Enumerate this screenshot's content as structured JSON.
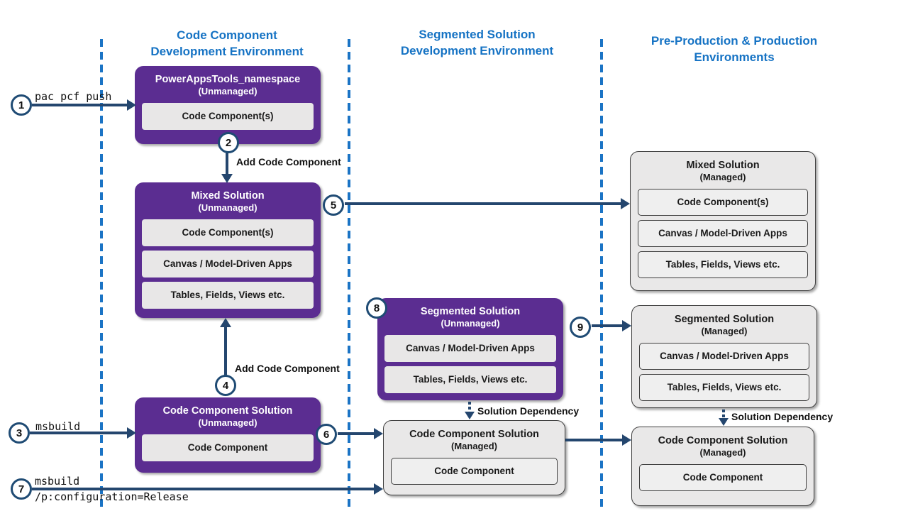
{
  "headers": [
    {
      "line1": "Code Component",
      "line2": "Development Environment"
    },
    {
      "line1": "Segmented Solution",
      "line2": "Development Environment"
    },
    {
      "line1": "Pre-Production & Production",
      "line2": "Environments"
    }
  ],
  "boxes": {
    "powerapps_tools": {
      "title": "PowerAppsTools_namespace",
      "subtitle": "(Unmanaged)",
      "items": [
        "Code Component(s)"
      ]
    },
    "mixed_unmanaged": {
      "title": "Mixed Solution",
      "subtitle": "(Unmanaged)",
      "items": [
        "Code Component(s)",
        "Canvas / Model-Driven Apps",
        "Tables, Fields, Views etc."
      ]
    },
    "code_component_unmanaged": {
      "title": "Code Component Solution",
      "subtitle": "(Unmanaged)",
      "items": [
        "Code Component"
      ]
    },
    "segmented_unmanaged": {
      "title": "Segmented Solution",
      "subtitle": "(Unmanaged)",
      "items": [
        "Canvas / Model-Driven Apps",
        "Tables, Fields, Views etc."
      ]
    },
    "mixed_managed": {
      "title": "Mixed Solution",
      "subtitle": "(Managed)",
      "items": [
        "Code Component(s)",
        "Canvas / Model-Driven Apps",
        "Tables, Fields, Views etc."
      ]
    },
    "segmented_managed": {
      "title": "Segmented Solution",
      "subtitle": "(Managed)",
      "items": [
        "Canvas / Model-Driven Apps",
        "Tables, Fields, Views etc."
      ]
    },
    "code_component_managed_mid": {
      "title": "Code Component Solution",
      "subtitle": "(Managed)",
      "items": [
        "Code Component"
      ]
    },
    "code_component_managed_right": {
      "title": "Code Component Solution",
      "subtitle": "(Managed)",
      "items": [
        "Code Component"
      ]
    }
  },
  "steps": {
    "s1": "1",
    "s2": "2",
    "s3": "3",
    "s4": "4",
    "s5": "5",
    "s6": "6",
    "s7": "7",
    "s8": "8",
    "s9": "9"
  },
  "labels": {
    "pac_pcf_push": "pac pcf push",
    "msbuild": "msbuild",
    "msbuild_release_line1": "msbuild",
    "msbuild_release_line2": "/p:configuration=Release",
    "add_code_component_1": "Add Code Component",
    "add_code_component_2": "Add Code Component",
    "solution_dependency_1": "Solution Dependency",
    "solution_dependency_2": "Solution Dependency"
  },
  "colors": {
    "header_blue": "#1673C4",
    "separator_blue": "#1B74C5",
    "solution_purple": "#5B2D91",
    "managed_gray": "#E9E8E8",
    "item_gray": "#E8E7E7",
    "arrow_navy": "#24466E",
    "circle_border_navy": "#1F4B74"
  }
}
